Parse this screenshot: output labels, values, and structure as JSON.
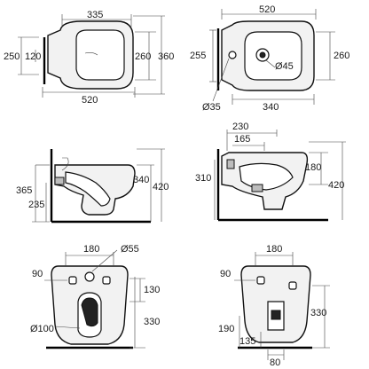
{
  "views": {
    "toilet_top": {
      "overall_width": "335",
      "depth": "520",
      "left_250": "250",
      "left_120": "120",
      "right_260": "260",
      "right_360": "360"
    },
    "bidet_top": {
      "width": "520",
      "left_255": "255",
      "right_260": "260",
      "hole_45": "Ø45",
      "hole_35": "Ø35",
      "bottom_340": "340"
    },
    "toilet_side": {
      "h_365": "365",
      "h_235": "235",
      "h_340": "340",
      "h_420": "420"
    },
    "bidet_side": {
      "top_230": "230",
      "top_165": "165",
      "h_310": "310",
      "h_180": "180",
      "h_420": "420"
    },
    "toilet_back": {
      "w_180": "180",
      "hole_55": "Ø55",
      "w_90": "90",
      "h_130": "130",
      "h_330": "330",
      "hole_100": "Ø100"
    },
    "bidet_back": {
      "w_180": "180",
      "w_90": "90",
      "h_330": "330",
      "h_190": "190",
      "h_135": "135",
      "w_80": "80"
    }
  }
}
